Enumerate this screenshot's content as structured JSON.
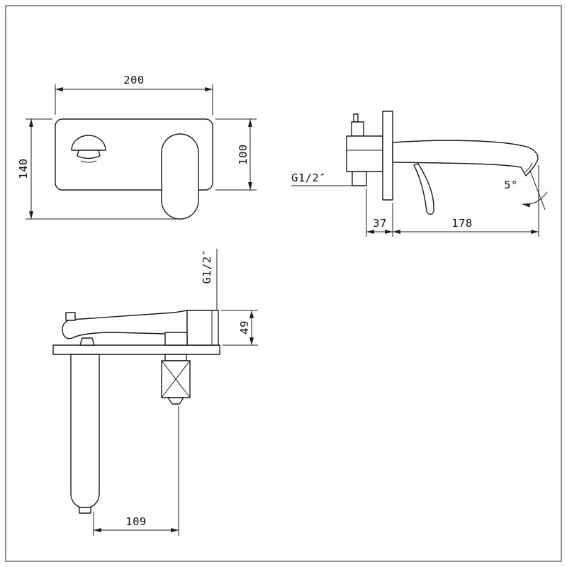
{
  "drawing": {
    "front": {
      "width": "200",
      "total_height": "140",
      "plate_height": "100"
    },
    "side": {
      "inlet_thread": "G1/2″",
      "inlet_depth": "37",
      "spout_reach": "178",
      "spout_angle": "5°"
    },
    "plan": {
      "outlet_thread": "G1/2″",
      "body_height": "49",
      "spout_offset": "109"
    },
    "colors": {
      "line": "#1c1c1c",
      "background": "#ffffff"
    }
  }
}
